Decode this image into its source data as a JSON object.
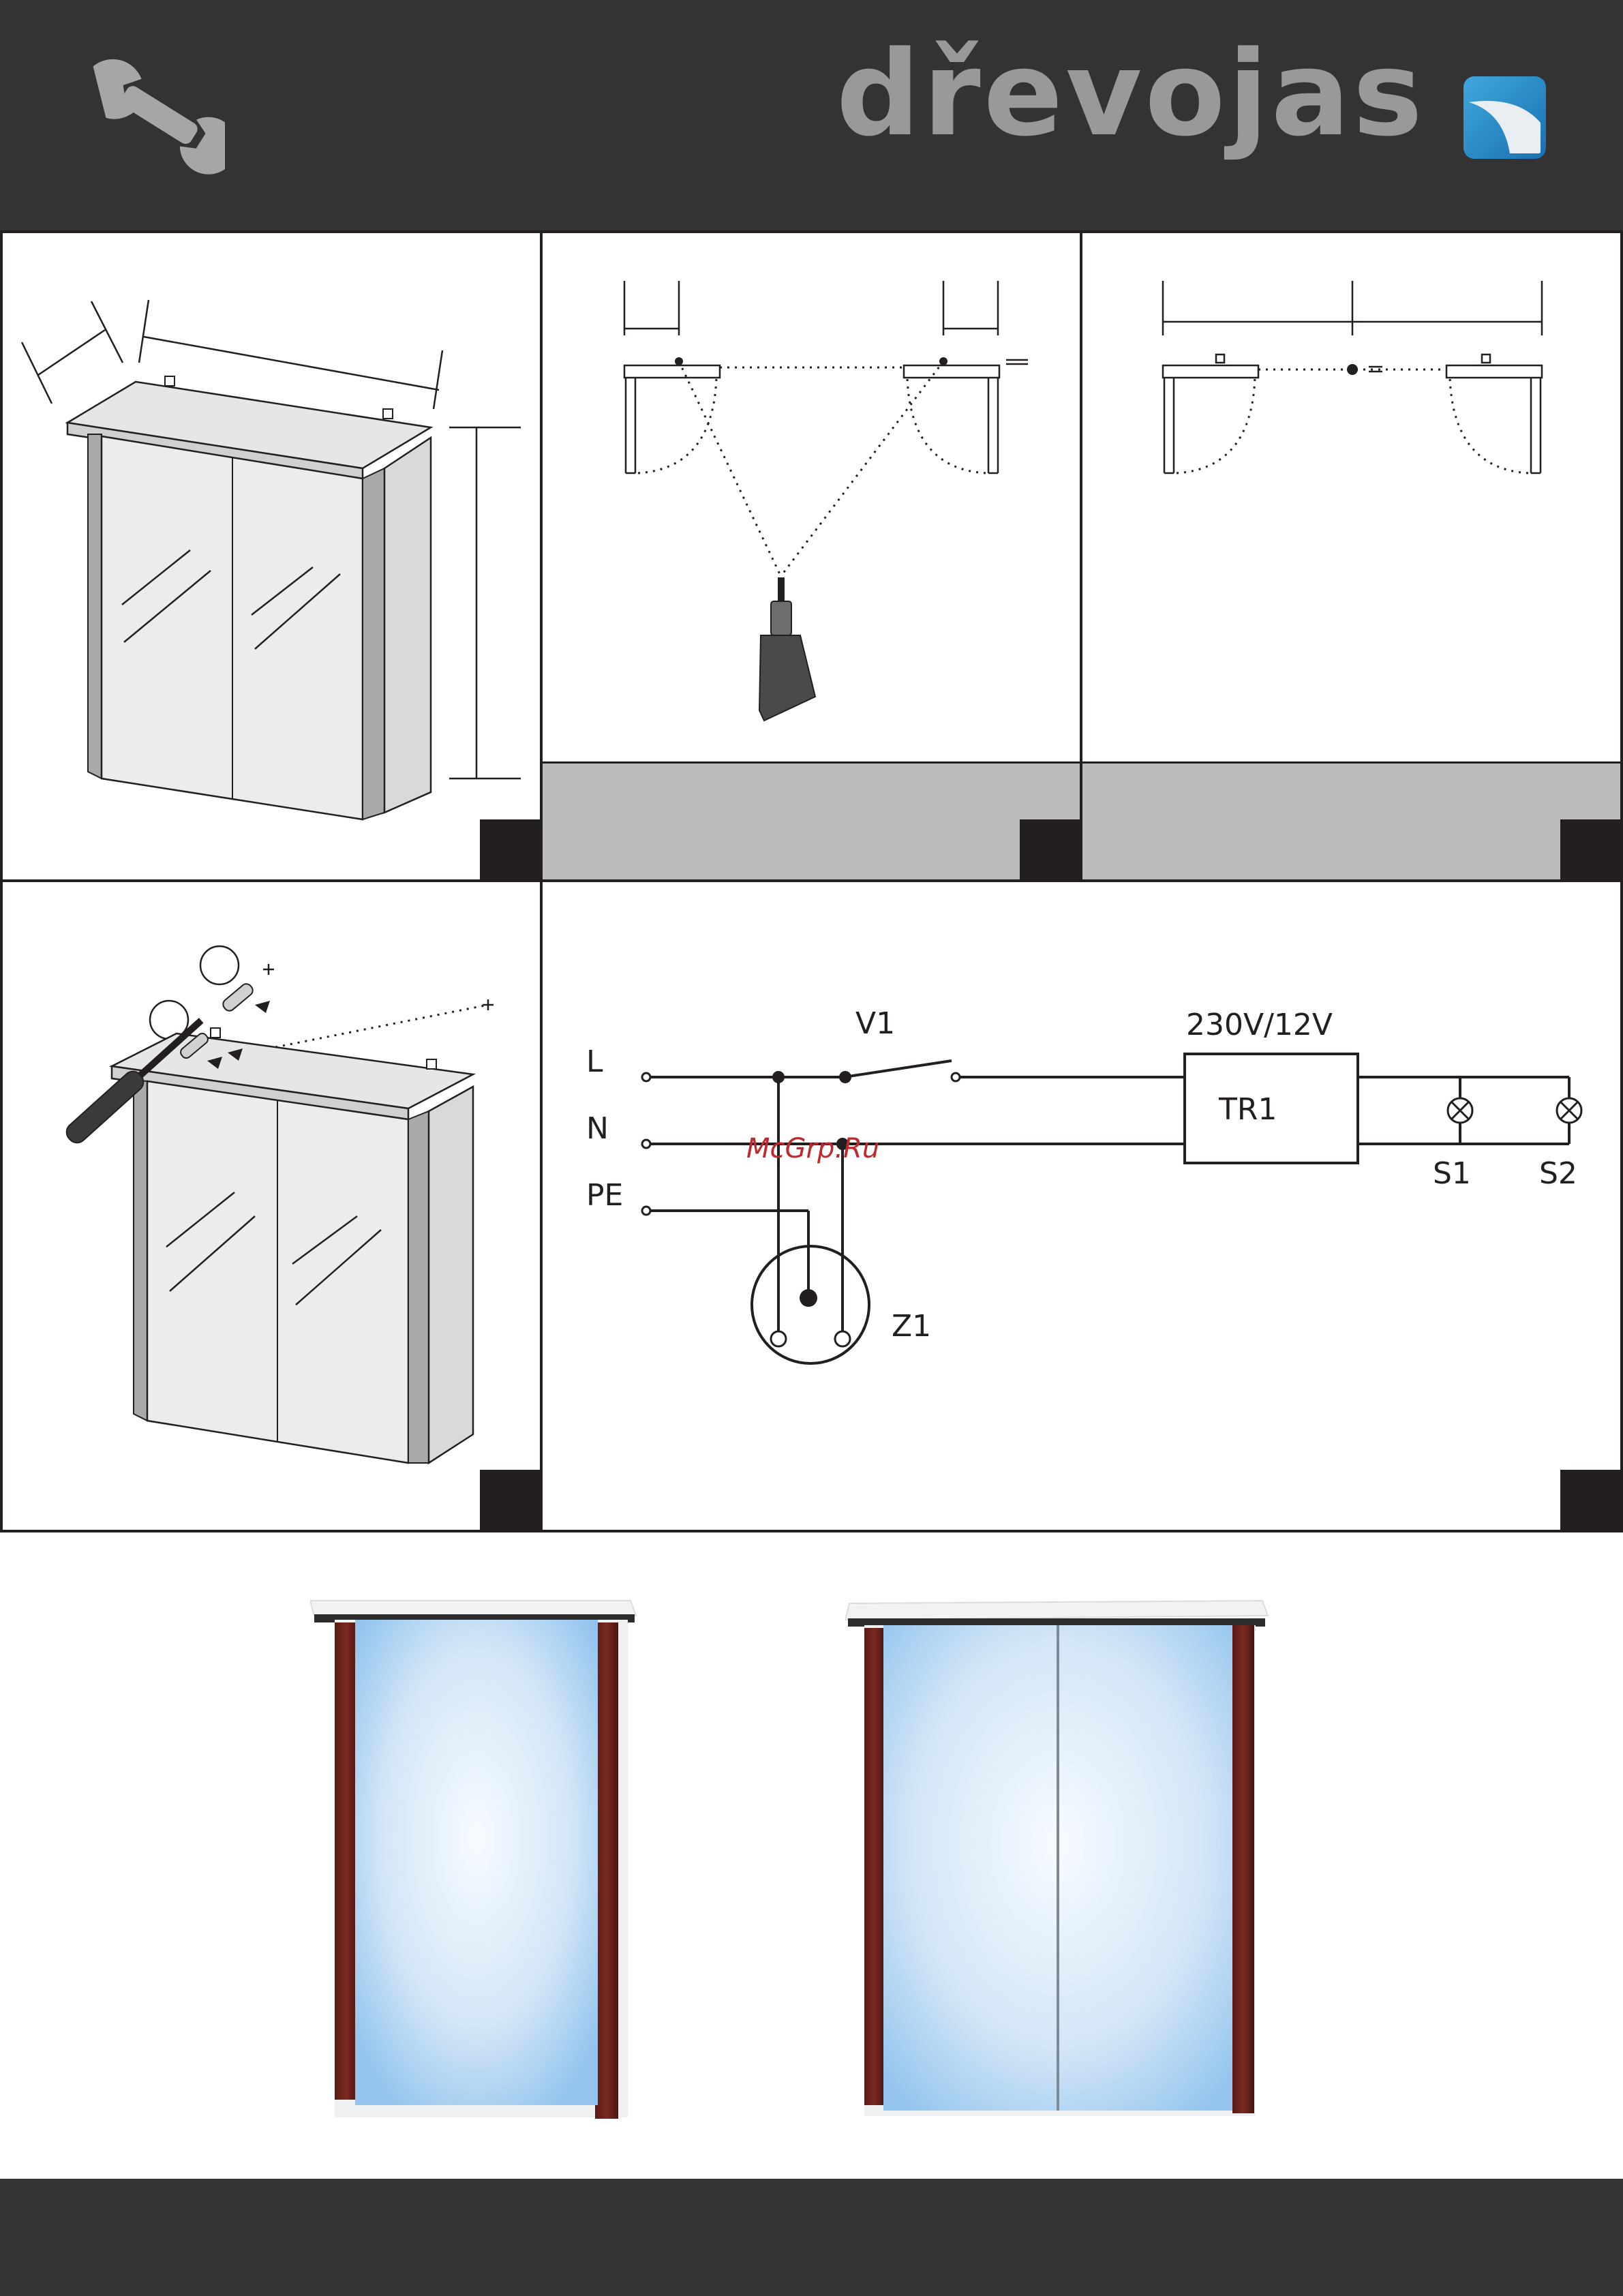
{
  "header": {
    "brand": "dřevojas",
    "brand_color": "#9a9899",
    "background": "#353233",
    "icons": [
      "wrench-icon",
      "brand-logo-icon"
    ]
  },
  "wiring": {
    "labels": {
      "L": "L",
      "N": "N",
      "PE": "PE",
      "V1": "V1",
      "TR1": "TR1",
      "voltage": "230V/12V",
      "S1": "S1",
      "S2": "S2",
      "Z1": "Z1"
    }
  },
  "watermark": "McGrp.Ru",
  "footer": {
    "background": "#353233"
  }
}
